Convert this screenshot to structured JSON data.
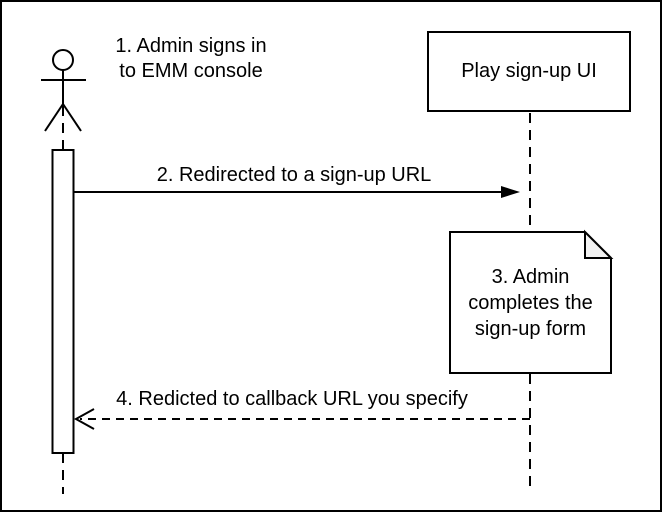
{
  "colors": {
    "stroke": "#000000",
    "canvas_bg": "#ffffff",
    "shape_fill": "#ffffff",
    "note_fold_fill": "#f2f2f2"
  },
  "participants": {
    "admin_actor": {
      "type": "actor",
      "label": ""
    },
    "play_signup_ui": {
      "label": "Play sign-up UI"
    }
  },
  "messages": {
    "step1_label": "1. Admin signs in\nto EMM console",
    "step2_label": "2. Redirected to a sign-up URL",
    "step3_note": "3. Admin\ncompletes the\nsign-up form",
    "step4_label": "4. Redicted to callback URL you specify"
  }
}
